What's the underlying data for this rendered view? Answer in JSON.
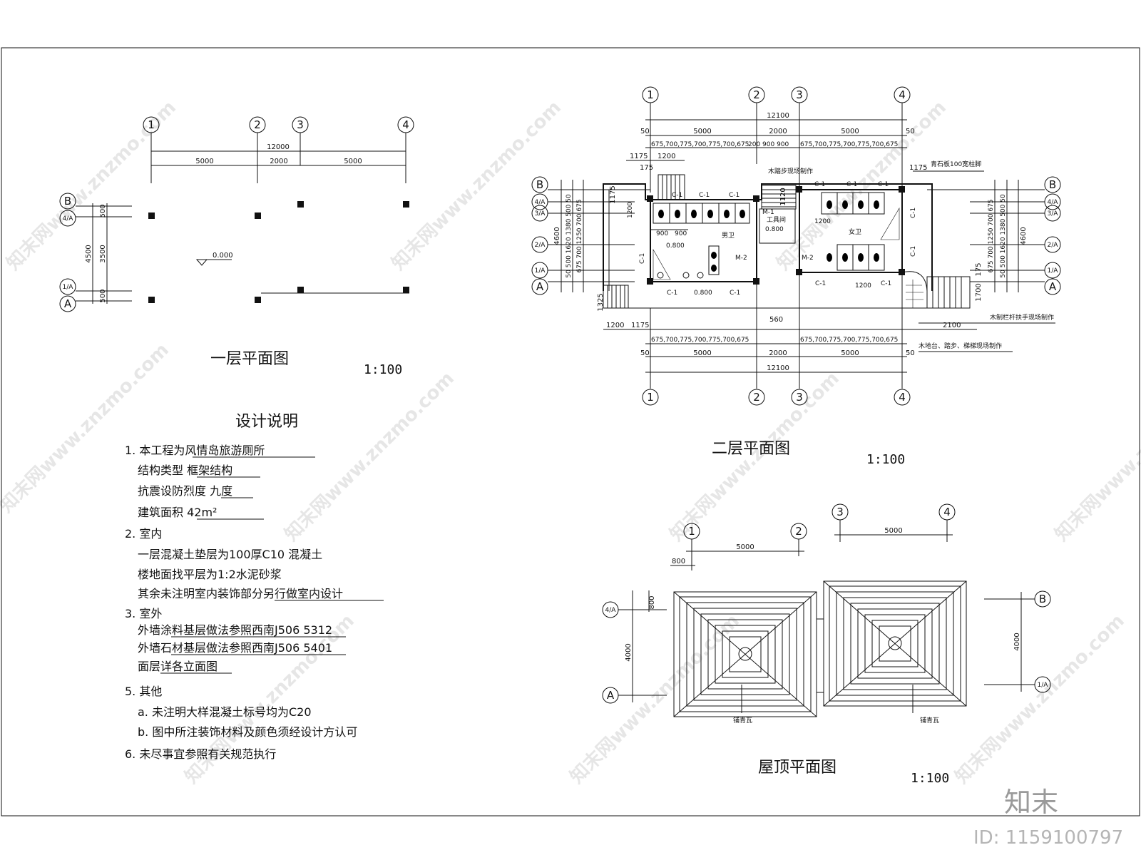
{
  "watermark": {
    "text": "知末网www.znzmo.com",
    "logo": "知末",
    "id_label": "ID: 1159100797"
  },
  "axes": {
    "c1": "1",
    "c2": "2",
    "c3": "3",
    "c4": "4",
    "rA": "A",
    "rB": "B",
    "r1A": "1/A",
    "r2A": "2/A",
    "r3A": "3/A",
    "r4A": "4/A"
  },
  "plan1": {
    "title": "一层平面图",
    "scale": "1:100",
    "dims": {
      "total": "12000",
      "a": "5000",
      "b": "2000",
      "c": "5000",
      "left_total": "4500",
      "left_mid": "3500",
      "left_top": "500",
      "left_bot": "500"
    },
    "level": "0.000"
  },
  "plan2": {
    "title": "二层平面图",
    "scale": "1:100",
    "dims": {
      "total": "12100",
      "a": "5000",
      "b": "2000",
      "c": "5000",
      "edge": "50",
      "top_seg_left": "675,700,775,700,775,700,675",
      "top_seg_mid": "200 900 900",
      "top_seg_right": "675,700,775,700,775,700,675",
      "d1175": "1175",
      "d1200": "1200",
      "d175": "175",
      "d1120": "1120",
      "d900": "900",
      "d560": "560",
      "d2100": "2100",
      "d1325": "1325",
      "d1700": "1700",
      "d4600": "4600",
      "left_col1": "50 500 1620 1380 500 50",
      "left_col2": "675 700 1250 700 675",
      "right_col1": "50 500 1620 1380 500 50",
      "right_col2": "675 700 1250 700 675"
    },
    "labels": {
      "c1": "C-1",
      "m1": "M-1",
      "m2": "M-2",
      "men": "男卫",
      "women": "女卫",
      "tool": "工具间",
      "lv800": "0.800",
      "stair_note": "木踏步现场制作",
      "pillar_note": "青石板100宽柱脚",
      "rail_note": "木制栏杆扶手现场制作",
      "floor_note": "木地台、踏步、梯梯现场制作"
    }
  },
  "roof": {
    "title": "屋顶平面图",
    "scale": "1:100",
    "dims": {
      "w1": "5000",
      "w2": "5000",
      "d800a": "800",
      "d800b": "800",
      "h1": "4000",
      "h2": "4000"
    },
    "tile": "铺青瓦"
  },
  "notes": {
    "title": "设计说明",
    "lines": [
      "1. 本工程为风情岛旅游厕所",
      "结构类型  框架结构",
      "抗震设防烈度 九度",
      "建筑面积  42m²",
      "2. 室内",
      "一层混凝土垫层为100厚C10  混凝土",
      "楼地面找平层为1:2水泥砂浆",
      "其余未注明室内装饰部分另行做室内设计",
      "3. 室外",
      "外墙涂料基层做法参照西南J506 5312",
      "外墙石材基层做法参照西南J506 5401",
      "面层详各立面图",
      "5. 其他",
      "a. 未注明大样混凝土标号均为C20",
      "b. 图中所注装饰材料及颜色须经设计方认可",
      "6. 未尽事宜参照有关规范执行"
    ]
  }
}
